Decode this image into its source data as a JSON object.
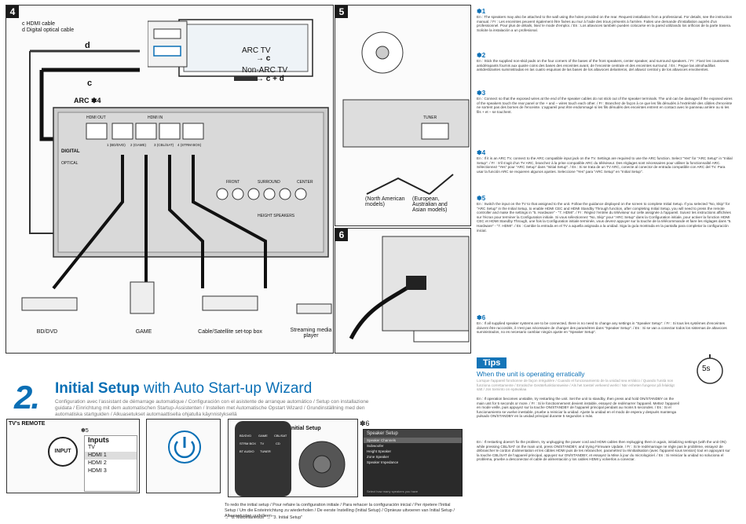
{
  "panel4": {
    "tag": "4",
    "legend_c": "c HDMI cable",
    "legend_d": "d Digital optical cable",
    "arc_tv_label": "ARC TV",
    "arc_tv_arrow": "→ c",
    "nonarc_label": "Non-ARC TV",
    "nonarc_arrow": "→ c + d",
    "arc_note": "ARC ✽4",
    "d": "d",
    "c": "c",
    "hdmi_out": "HDMI OUT",
    "hdmi_in": "HDMI IN",
    "optical": "OPTICAL",
    "digital": "DIGITAL",
    "front": "FRONT",
    "surround": "SURROUND",
    "center": "CENTER",
    "height": "HEIGHT SPEAKERS",
    "inputs": [
      "1 (BD/DVD)",
      "2 (GAME)",
      "3 (CBL/SAT)",
      "4 (STRM BOX)"
    ],
    "devices": [
      "BD/DVD",
      "GAME",
      "Cable/Satellite set-top box",
      "Streaming media player"
    ]
  },
  "panel5": {
    "tag": "5",
    "tuner": "TUNER",
    "labels": [
      "(North American models)",
      "(European, Australian and Asian models)"
    ]
  },
  "panel6": {
    "tag": "6"
  },
  "right": {
    "step1": "✽1",
    "step1_text": "En : The speakers may also be attached to the wall using the holes provided on the rear. Request installation from a professional. For details, see the instruction manual. / Fr : Les enceintes peuvent également être fixées au mur à l'aide des trous présents à l'arrière. Faites une demande d'installation auprès d'un professionnel. Pour plus de détails, lisez le mode d'emploi. / Es : Los altavoces también pueden colocarse en la pared utilizando los orificios de la parte trasera. Solicite la instalación a un profesional.",
    "step2": "✽2",
    "step2_text": "En : Stick the supplied non-skid pads on the four corners of the bases of the front speakers, center speaker, and surround speakers. / Fr : Fixez les coussinets antidérapants fournis aux quatre coins des bases des enceintes avant, de l'enceinte centrale et des enceintes surround. / Es : Pegue las almohadillas antideslizantes suministradas en las cuatro esquinas de las bases de los altavoces delanteros, del altavoz central y de los altavoces envolventes.",
    "step3": "✽3",
    "step3_text": "En : Connect so that the exposed wires at the end of the speaker cables do not stick out of the speaker terminals. The unit can be damaged if the exposed wires of the speakers touch the rear panel or the + and – wires touch each other. / Fr : Branchez de façon à ce que les fils dénudés à l'extrémité des câbles d'enceinte ne sortent pas des bornes de l'enceinte. L'appareil peut être endommagé si les fils dénudés des enceintes entrent en contact avec le panneau arrière ou si les fils + et – se touchent.",
    "step4": "✽4",
    "step4_text": "En : If it is an ARC TV, connect to the ARC compatible input jack on the TV. Settings are required to use the ARC function. Select \"Yes\" for \"ARC Setup\" in \"Initial Setup\". / Fr : S'il s'agit d'un TV ARC, branchez à la prise compatible ARC du téléviseur. Des réglages sont nécessaires pour utiliser la fonctionnalité ARC. Sélectionnez \"Yes\" pour \"ARC Setup\" dans \"Initial Setup\". / Es : Si se trata de un TV ARC, conecte al conector de entrada compatible con ARC del TV. Para usar la función ARC se requieren algunos ajustes. Seleccione \"Yes\" para \"ARC Setup\" en \"Initial Setup\".",
    "step5": "✽5",
    "step5_text": "En : Switch the input on the TV to that assigned to the unit. Follow the guidance displayed on the screen to complete Initial Setup. If you selected \"No, Skip\" for \"ARC Setup\" in the Initial Setup, to enable HDMI CEC and HDMI Standby Through function, after completing Initial Setup, you will need to press the remote controller and make the settings in \"5. Hardware\" - \"7. HDMI\". / Fr : Réglez l'entrée du téléviseur sur celle assignée à l'appareil. Suivez les instructions affichées sur l'écran pour terminer la Configuration initiale. Si vous sélectionnez \"No, Skip\" pour \"ARC Setup\" dans la Configuration initiale, pour activer la fonction HDMI CEC et HDMI Standby Through, une fois la Configuration initiale terminée, vous devrez appuyer sur la touche de la télécommande et faire les réglages dans \"5. Hardware\" - \"7. HDMI\". / Es : Cambie la entrada en el TV a aquella asignada a la unidad. Siga la guía mostrada en la pantalla para completar la configuración inicial.",
    "step6": "✽6",
    "step6_text": "En : If all supplied speaker systems are to be connected, there is no need to change any settings in \"Speaker Setup\". / Fr : Si tous les systèmes d'enceintes doivent être raccordés, il n'est pas nécessaire de changer des paramètres dans \"Speaker Setup\". / Es : Si se van a conectar todos los sistemas de altavoces suministrados, no es necesario cambiar ningún ajuste en \"Speaker Setup\".",
    "tips_label": "Tips",
    "tips_heading": "When the unit is operating erratically",
    "tips_sub": "Lorsque l'appareil fonctionne de façon irrégulière / Cuando el funcionamiento de la unidad sea errático / Quando l'unità non funziona correttamente / Erratische Gerätefunktionsweise / Als het toestel verkeerd werkt / När enheten fungerar på felaktigt sätt / Jos toiminto on epävakaa",
    "tips_text1": "En : If operation becomes unstable, try restarting the unit. Set the unit to standby, then press and hold ON/STANDBY on the main unit for 5 seconds or more. / Fr : Si le fonctionnement devient instable, essayez de redémarrer l'appareil. Mettez l'appareil en mode veille, puis appuyez sur la touche ON/STANDBY de l'appareil principal pendant au moins 5 secondes. / Es : Si el funcionamiento se vuelve inestable, pruebe a reiniciar la unidad. Ajuste la unidad en el modo de espera y después mantenga pulsado ON/STANDBY en la unidad principal durante 5 segundos o más.",
    "tips_text2": "En : If restarting doesn't fix the problem, try unplugging the power cord and HDMI cables then replugging them in again, initializing settings (with the unit ON) while pressing CBL/SAT on the main unit, press ON/STANDBY, and trying Firmware Update. / Fr : Si le redémarrage ne règle pas le problème, essayez de débrancher le cordon d'alimentation et les câbles HDMI puis de les rebrancher, paramétrez la réinitialisation (avec l'appareil sous tension) tout en appuyant sur la touche CBL/SAT de l'appareil principal, appuyez sur ON/STANDBY, et essayez la Mise à jour du micrologiciel. / Es : Si reiniciar la unidad no soluciona el problema, pruebe a desconectar el cable de alimentación y los cables HDMI y volverlos a conectar.",
    "timer": "5s"
  },
  "section2": {
    "number": "2.",
    "title_bold": "Initial Setup",
    "title_rest": " with Auto Start-up Wizard",
    "subtitle": "Configuration avec l'assistant de démarrage automatique / Configuración con el asistente de arranque automático / Setup con installazione guidata / Einrichtung mit dem automatischen Startup-Assistenten / Instellen met Automatische Opstart Wizard / Grundinställning med den automatiska startguiden / Alkuasetukset automaattisella ohjatulla käynnistyksellä",
    "tv_remote": "TV's REMOTE",
    "note5": "✽5",
    "input_btn": "INPUT",
    "inputs_title": "Inputs",
    "inputs": [
      "TV",
      "HDMI 1",
      "HDMI 2",
      "HDMI 3"
    ],
    "initial_setup": "Initial Setup",
    "speaker_setup_title": "Speaker Setup",
    "speaker_items": [
      "Speaker Channels",
      "Subwoofer",
      "Height Speaker",
      "Zone Speaker",
      "Speaker Impedance"
    ],
    "note6": "✽6",
    "remote_btns": [
      "BD/DVD",
      "GAME",
      "CBL/SAT",
      "STRM BOX",
      "TV",
      "CD",
      "BT AUDIO",
      "TUNER"
    ],
    "osd_footer": "Select how many speakers you have",
    "footer1": "To redo the initial setup / Pour refaire la configuration initiale / Para rehacer la configuración inicial / Per ripetere l'Initial Setup / Um die Ersteinrichtung zu wiederholen / De eerste Instelling (Initial Setup) / Opnieuw uitvoeren van Initial Setup / Alkuasetusten uudelleen",
    "footer2": "→ \"8. Miscellaneous\" → \"3. Initial Setup\""
  },
  "colors": {
    "accent": "#0a6fb5",
    "dark": "#1a1a1a",
    "tips": "#1575b8"
  }
}
